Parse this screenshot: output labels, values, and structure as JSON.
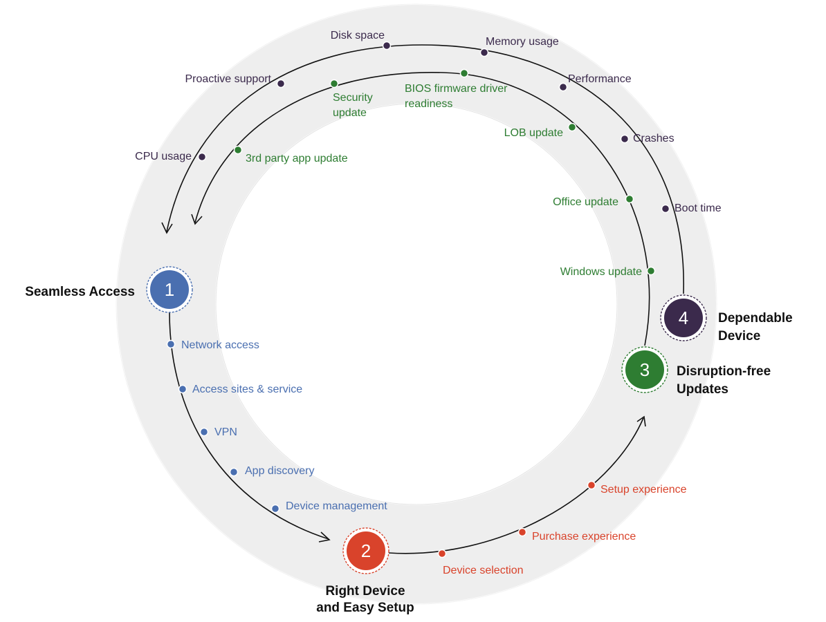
{
  "colors": {
    "seamless": "#4a6fb0",
    "right": "#d9432b",
    "updates": "#2e7d32",
    "dependable": "#3b2a4c",
    "ring": "#eeeeee",
    "line": "#111111"
  },
  "stages": {
    "s1": {
      "number": "1",
      "title_lines": [
        "Seamless Access"
      ]
    },
    "s2": {
      "number": "2",
      "title_lines": [
        "Right Device",
        "and Easy Setup"
      ]
    },
    "s3": {
      "number": "3",
      "title_lines": [
        "Disruption-free",
        "Updates"
      ]
    },
    "s4": {
      "number": "4",
      "title_lines": [
        "Dependable",
        "Device"
      ]
    }
  },
  "items": {
    "seamless": [
      "Network access",
      "Access sites & service",
      "VPN",
      "App discovery",
      "Device management"
    ],
    "right": [
      "Device selection",
      "Purchase experience",
      "Setup experience"
    ],
    "updates": [
      "Windows update",
      "Office update",
      "LOB update",
      "BIOS firmware driver readiness",
      "Security update",
      "3rd party app update"
    ],
    "dependable": [
      "Boot time",
      "Crashes",
      "Performance",
      "Memory usage",
      "Disk space",
      "Proactive support",
      "CPU usage"
    ]
  }
}
